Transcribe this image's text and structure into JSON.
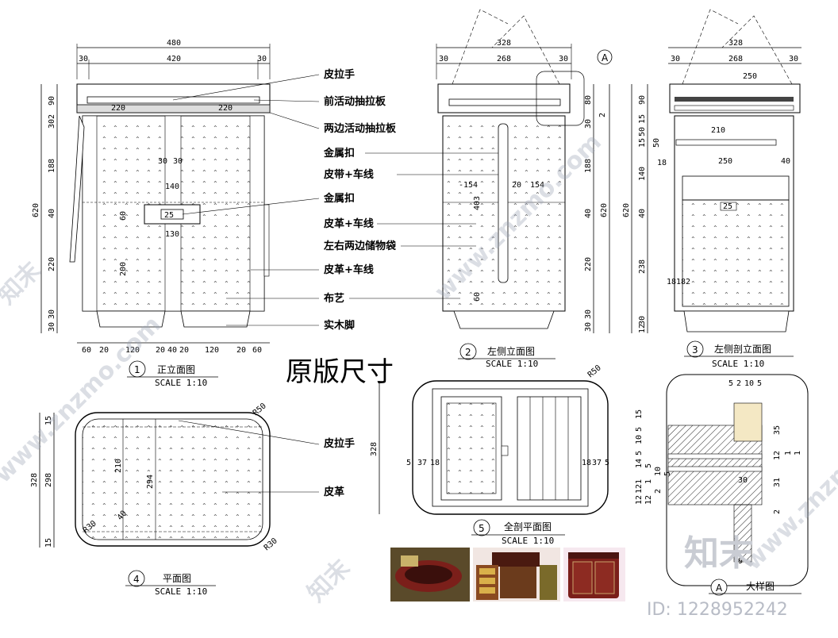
{
  "front_elevation": {
    "title": "正立面图",
    "number": "1",
    "scale": "SCALE  1:10",
    "top_dims": [
      "480",
      "30",
      "420",
      "30"
    ],
    "inner_dims": [
      "220",
      "220",
      "30",
      "30",
      "140",
      "130",
      "25"
    ],
    "left_dims": [
      "90",
      "30",
      "2",
      "188",
      "40",
      "220",
      "30",
      "30",
      "620"
    ],
    "inner_v_dims": [
      "60",
      "200"
    ],
    "bottom_dims": [
      "60",
      "20",
      "120",
      "20",
      "40",
      "20",
      "120",
      "20",
      "60"
    ]
  },
  "callouts": [
    "皮拉手",
    "前活动抽拉板",
    "两边活动抽拉板",
    "金属扣",
    "皮带+车线",
    "金属扣",
    "皮革+车线",
    "左右两边储物袋",
    "皮革+车线",
    "布艺",
    "实木脚"
  ],
  "side_elevation": {
    "title": "左侧立面图",
    "number": "2",
    "scale": "SCALE  1:10",
    "top_dims": [
      "328",
      "30",
      "268",
      "30"
    ],
    "mid_dims": [
      "-154",
      "20",
      "154",
      "403"
    ],
    "right_dims": [
      "80",
      "2",
      "30",
      "188",
      "40",
      "220",
      "30",
      "30",
      "620"
    ],
    "inner_dim": "60",
    "detail_mark": "A"
  },
  "side_section": {
    "title": "左侧剖立面图",
    "number": "3",
    "scale": "SCALE  1:10",
    "top_dims": [
      "328",
      "30",
      "268",
      "30",
      "250"
    ],
    "mid_dims": [
      "210",
      "250",
      "40",
      "18",
      "25"
    ],
    "left_dims": [
      "90",
      "15",
      "50",
      "15",
      "50",
      "140",
      "40",
      "238",
      "30",
      "12",
      "620"
    ],
    "small_dims": [
      "18",
      "18",
      "2"
    ]
  },
  "heading": "原版尺寸",
  "plan": {
    "title": "平面图",
    "number": "4",
    "scale": "SCALE  1:10",
    "left_dims": [
      "15",
      "298",
      "15",
      "328"
    ],
    "inner_dims": [
      "210",
      "294",
      "40"
    ],
    "radius_dims": [
      "R50",
      "R30",
      "R30"
    ]
  },
  "plan_callouts": [
    "皮拉手",
    "皮革"
  ],
  "full_section_plan": {
    "title": "全剖平面图",
    "number": "5",
    "scale": "SCALE  1:10",
    "left_dims": [
      "328",
      "5",
      "37",
      "18"
    ],
    "right_dims": [
      "18",
      "37",
      "5"
    ],
    "radius_dim": "R50"
  },
  "detail": {
    "title": "大样图",
    "mark": "A",
    "top_dims": [
      "5",
      "2",
      "10",
      "5"
    ],
    "left_dims": [
      "15",
      "5",
      "10",
      "5",
      "14",
      "5",
      "10",
      "5",
      "1",
      "12",
      "1",
      "2",
      "12",
      "12"
    ],
    "right_dims": [
      "35",
      "12",
      "1",
      "1",
      "30",
      "31",
      "2"
    ],
    "bottom_dim": "9"
  },
  "watermark": {
    "brand": "知末",
    "url": "www.znzmo.com",
    "id_text": "ID: 1228952242"
  },
  "photo_colors": {
    "leather_red": "#7b1f1a",
    "wood_brown": "#6b3b1c",
    "olive": "#7a6a2a"
  }
}
